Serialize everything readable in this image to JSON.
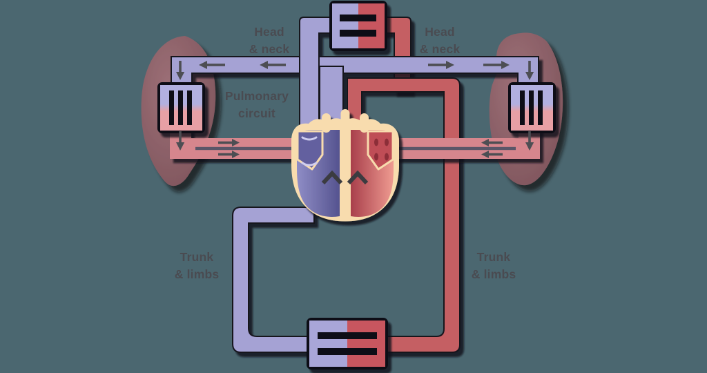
{
  "labels": {
    "head_neck_left": {
      "line1": "Head",
      "line2": "& neck"
    },
    "head_neck_right": {
      "line1": "Head",
      "line2": "& neck"
    },
    "pulmonary_circuit": {
      "line1": "Pulmonary",
      "line2": "circuit"
    },
    "trunk_limbs_left": {
      "line1": "Trunk",
      "line2": "& limbs"
    },
    "trunk_limbs_right": {
      "line1": "Trunk",
      "line2": "& limbs"
    }
  },
  "colors": {
    "background": "#4b6770",
    "vein_blue": "#a5a2d4",
    "artery_red": "#c55f64",
    "pulmonary_vein_pink": "#d6868d",
    "capillary_blue": "#b2b0e0",
    "capillary_pink": "#e7a0a5",
    "capillary_slot_dark": "#0e0b15",
    "lung": "#8b5f66",
    "heart_cream": "#f8dcae",
    "heart_blue": "#63619f",
    "heart_red": "#bf4d57",
    "arrow_gray": "#4d4e53",
    "label_text": "#4a4b51"
  }
}
